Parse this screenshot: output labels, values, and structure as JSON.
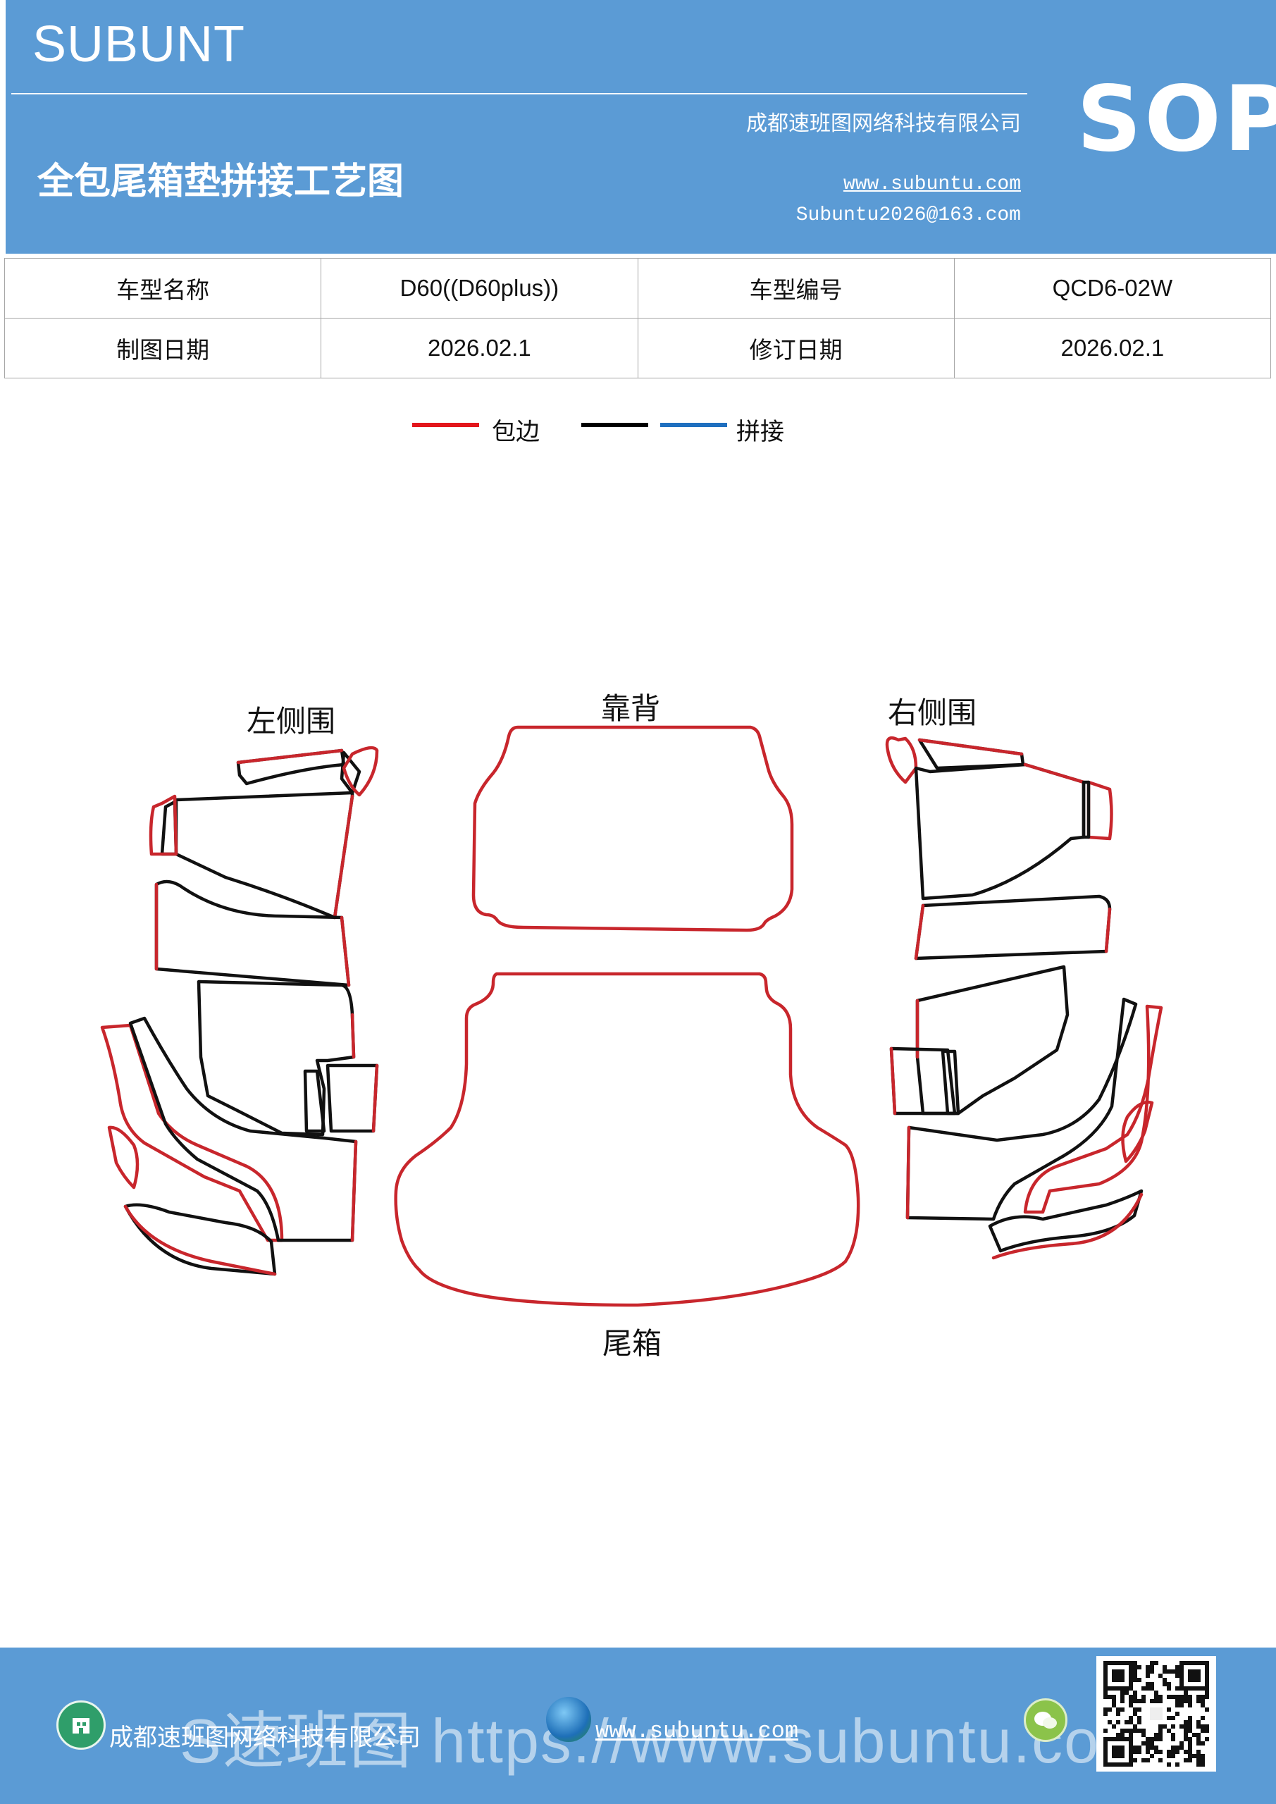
{
  "header": {
    "brand": "SUBUNT",
    "company": "成都速班图网络科技有限公司",
    "doc_type": "SOP",
    "title": "全包尾箱垫拼接工艺图",
    "website": "www.subuntu.com",
    "email": "Subuntu2026@163.com",
    "bg_color": "#5b9bd5"
  },
  "info_table": {
    "rows": [
      {
        "label1": "车型名称",
        "value1": "D60((D60plus))",
        "label2": "车型编号",
        "value2": "QCD6-02W"
      },
      {
        "label1": "制图日期",
        "value1": "2026.02.1",
        "label2": "修订日期",
        "value2": "2026.02.1"
      }
    ]
  },
  "legend": {
    "items": [
      {
        "label": "包边",
        "color": "#e3161c"
      },
      {
        "label": "",
        "color": "#000000"
      },
      {
        "label": "拼接",
        "color": "#1f6fbf"
      }
    ]
  },
  "diagram": {
    "labels": {
      "left_side": "左侧围",
      "backrest": "靠背",
      "right_side": "右侧围",
      "trunk": "尾箱"
    },
    "edge_color": "#c8262c",
    "seam_color": "#111111"
  },
  "footer": {
    "company": "成都速班图网络科技有限公司",
    "website": "www.subuntu.com",
    "watermark": "S速班图 https://www.subuntu.com",
    "icons": [
      "building-icon",
      "globe-icon",
      "wechat-icon",
      "qr-code"
    ]
  }
}
